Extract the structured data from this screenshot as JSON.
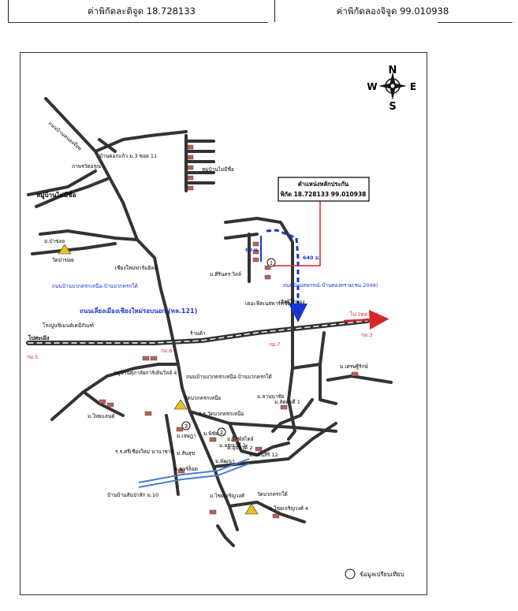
{
  "header": {
    "latitude_text": "ค่าพิกัดละติจูด 18.728133",
    "longitude_text": "ค่าพิกัดลองจิจูด 99.010938"
  },
  "compass": {
    "n": "N",
    "s": "S",
    "e": "E",
    "w": "W"
  },
  "callout": {
    "title": "ตำแหน่งหลักประกัน",
    "coords": "พิกัด 18.728133 99.010938"
  },
  "markers": {
    "m1": "1",
    "m2": "2",
    "m3": "3"
  },
  "distances": {
    "d60": "60 ม.",
    "d640": "640 ม."
  },
  "roads": {
    "ring_road": "ถนนเลี่ยงเมืองเชียงใหม่รอบนอก (ทล.121)",
    "road_nongchom": "ถนนบ้านหนองจ๊อม",
    "road_top": "ถนนบ้านบวกครกเหนือ-บ้านบวกครกใต้",
    "road_mid": "ถนนบ้านบวกครกเหนือ-บ้านบวกครกใต้",
    "road_bypass": "ถนนบ้านสหกรณ์-บ้านทองทราย(ชม.2049)",
    "to_right": "ไป (ทล.11)",
    "to_left": "ไปสะเมิง"
  },
  "km": {
    "km5": "กม.5",
    "km6": "กม.6",
    "km7": "กม.7",
    "km3": "กม.3"
  },
  "places": {
    "village_top": "บ้านดอกแก้ว ม.3 ซอย 11",
    "temple_top": "ภาพรวัดอรุณ",
    "mu_no_name": "หมู่บ้านไม่มีชื่อ",
    "mu_no_name2": "หมู่บ้านไม่มีชื่อ",
    "pa_jaw": "ม.ป่าข่อย",
    "wat_pajaw": "วัดป่าข่อย",
    "cm_hills": "เชียงใหม่ฟาร์มฮิลล์",
    "m_sirinnakorn": "ม.ศิรินคร วิลล์",
    "temple_right": "สิงห์โตทอง",
    "resort": "เดอะฟิตเนสพาร์คชิค",
    "school_left": "โรงปูนชิเมนต์เคมีภัณฑ์",
    "store": "ร้านค้า",
    "mu_suphar": "หมู่บ้านศุภาลัยการ์เด้นวิลล์ 4",
    "m_charoen": "ม.เศรษฐีรักษ์",
    "m_thai_mai": "ม.ไทยแลนด์",
    "wat_bawkkrok": "วัดบวกครกเหนือ",
    "school_bawkkrok": "ร.ร.วัดบวกครกเหนือ",
    "m_charoenchai": "ม.ลานนาชัย",
    "m_land": "ม.ลัดดาดี 1",
    "m_arun": "ม.อรุณวดี 2",
    "m_jetsada": "ม.เจษฎา",
    "m_pichai": "ม.พิชัย",
    "m_land2": "ม.ไลฟ์สไตล์",
    "m_sansuk": "ม.สันสุข",
    "m_ubon": "ม.อุบลวดี 2",
    "m_surin": "ม.แสนสิริ 12",
    "school_cm": "ร.ร.ศรีเชียงใหม่ นานาชาติ",
    "m_sankang": "ม.ชาร์ล็อต",
    "m_pattana": "ม.พัฒนา",
    "mu_sanpa": "บ้านบ้านสันป่าสัก ม.10",
    "wat_bawkkrok_tai": "วัดบวกครกใต้",
    "m_chiang_rueang": "ม.ไชยเจริญวงศ์",
    "m_chiang_rueang4": "ม.ไชยเจริญวงศ์ 4"
  },
  "legend": {
    "text": "ข้อมูลเปรียบเทียบ"
  },
  "colors": {
    "road": "#333333",
    "route": "#1a35d6",
    "callout_line": "#d7262b",
    "arrow": "#d7262b",
    "temple": "#e7c21a"
  }
}
